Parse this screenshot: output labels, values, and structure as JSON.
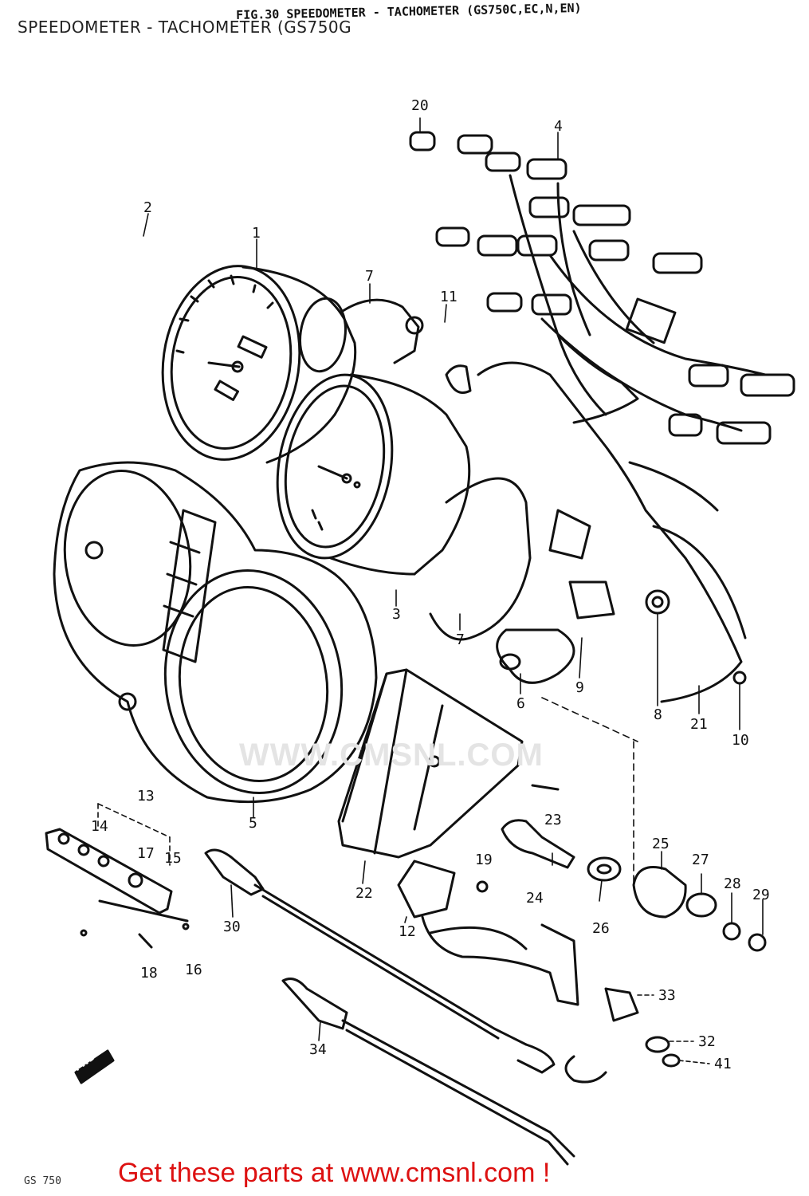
{
  "page_title": "SPEEDOMETER - TACHOMETER (GS750G",
  "figure_title": "FIG.30 SPEEDOMETER - TACHOMETER (GS750C,EC,N,EN)",
  "watermark": "WWW.CMSNL.COM",
  "footer": "Get these parts at www.cmsnl.com !",
  "corner_tag": "GS 750",
  "direction_tag": "FWD",
  "colors": {
    "line": "#111111",
    "footer": "#dd1111",
    "watermark": "#e4e4e4"
  },
  "callouts": {
    "c1": "1",
    "c2": "2",
    "c3": "3",
    "c4": "4",
    "c5": "5",
    "c6": "6",
    "c7a": "7",
    "c7b": "7",
    "c8": "8",
    "c9": "9",
    "c10": "10",
    "c11": "11",
    "c12": "12",
    "c13": "13",
    "c14": "14",
    "c15": "15",
    "c16": "16",
    "c17": "17",
    "c18": "18",
    "c19": "19",
    "c20": "20",
    "c21": "21",
    "c22": "22",
    "c23": "23",
    "c24": "24",
    "c25": "25",
    "c26": "26",
    "c27": "27",
    "c28": "28",
    "c29": "29",
    "c30": "30",
    "c32": "32",
    "c33": "33",
    "c34": "34",
    "c41": "41"
  }
}
